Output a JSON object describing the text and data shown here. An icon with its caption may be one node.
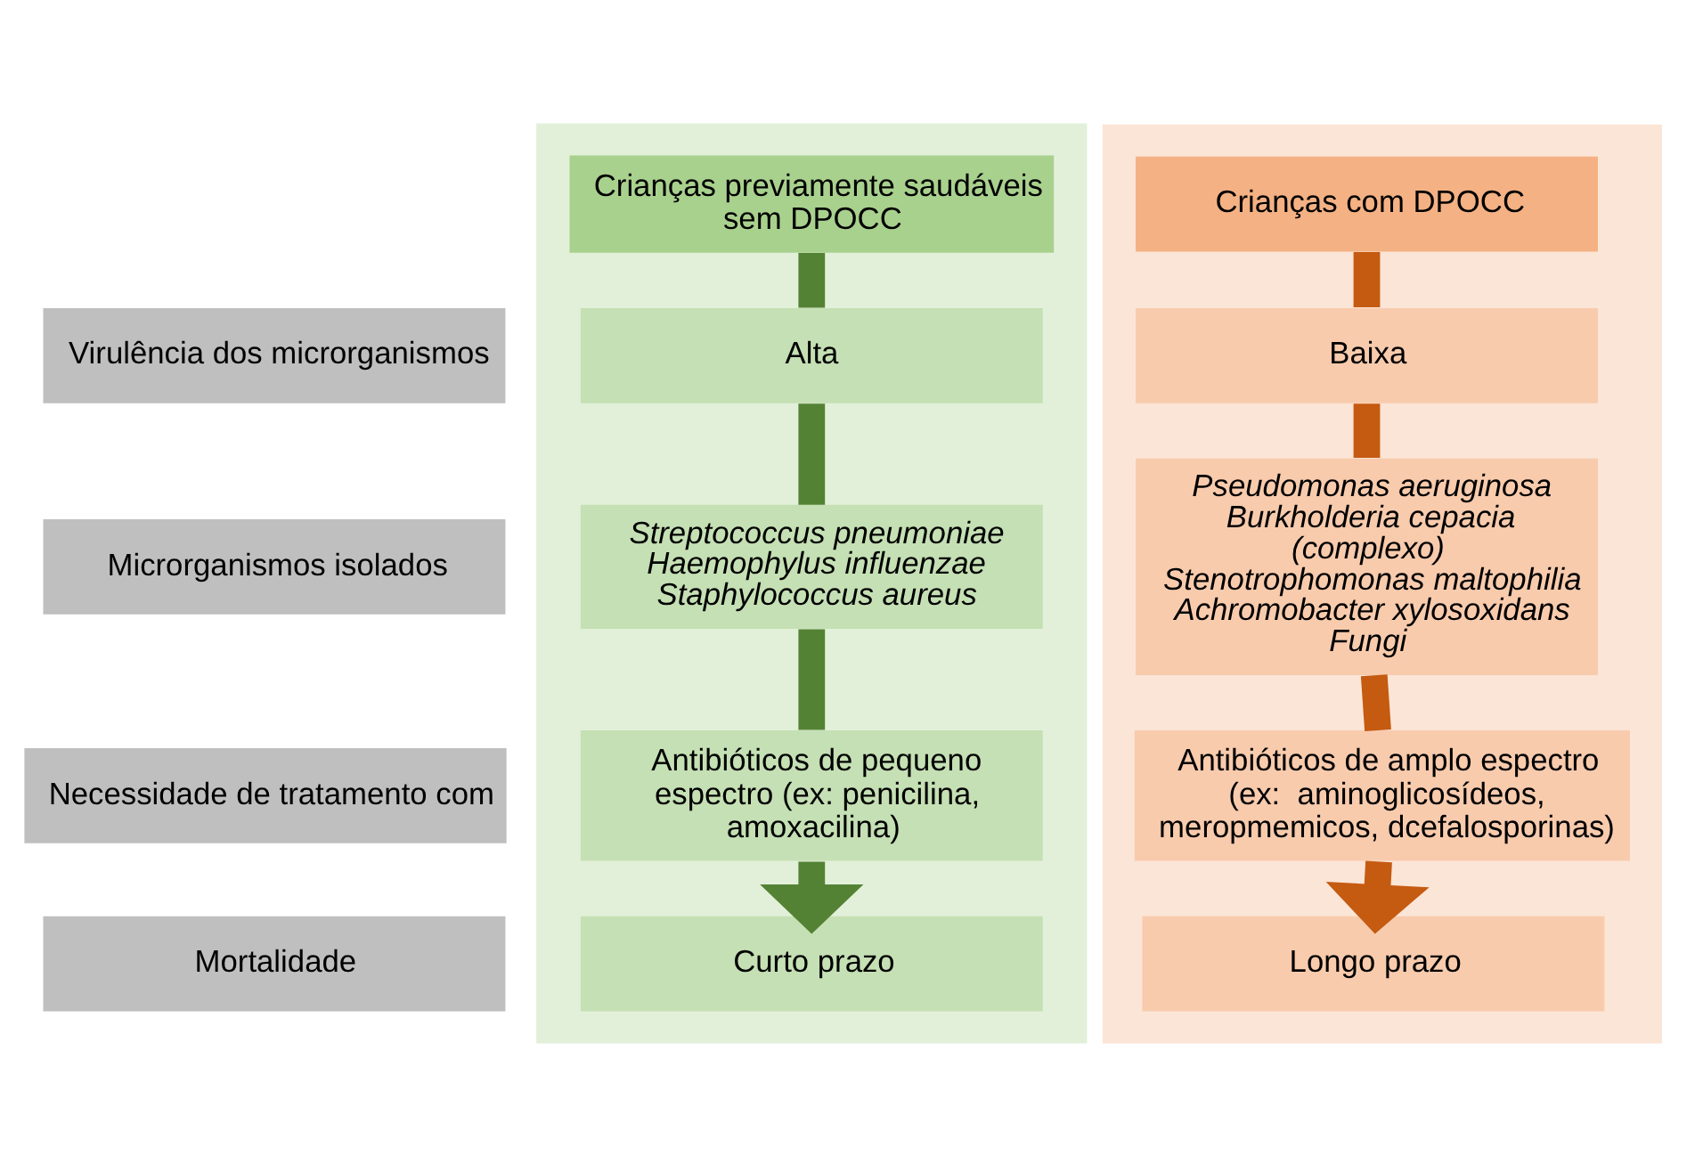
{
  "diagram": {
    "nodes": [
      {
        "text": [],
        "shape": "box"
      },
      {
        "text": [
          "Crianças previamente saudáveis sem DPOCC"
        ],
        "in": 0
      },
      {
        "text": [],
        "shape": "box"
      },
      {
        "text": [
          "Crianças com DPOCC"
        ],
        "in": 2
      },
      {
        "text": [
          "Virulência dos microrganismos"
        ]
      },
      {
        "text": [
          "Alta"
        ],
        "in": 0
      },
      {
        "text": [
          "Baixa"
        ],
        "in": 2
      },
      {
        "text": [
          "Microrganismos isolados"
        ]
      },
      {
        "text": [
          "Streptococcus pneumoniae",
          "Haemophylus influenzae",
          "Staphylococcus aureus"
        ],
        "in": 0
      },
      {
        "text": [
          "Pseudomonas aeruginosa",
          "Burkholderia cepacia (complexo)",
          "Stenotrophomonas maltophilia",
          "Achromobacter xylosoxidans",
          "Fungi"
        ],
        "in": 2
      },
      {
        "text": [
          "Necessidade de tratamento com"
        ]
      },
      {
        "text": [
          "Antibióticos de pequeno espectro (ex: penicilina, amoxacilina)"
        ],
        "in": 0
      },
      {
        "text": [
          "Antibióticos de amplo espectro (ex:  aminoglicosídeos, meropmemicos, dcefalosporinas)"
        ],
        "in": 2
      },
      {
        "text": [
          "Mortalidade"
        ]
      },
      {
        "text": [
          "Curto prazo"
        ],
        "in": 0
      },
      {
        "text": [
          "Longo prazo"
        ],
        "in": 2
      }
    ],
    "edges": [
      {
        "from": 1,
        "to": 5,
        "arrow": "none",
        "color": "#548235"
      },
      {
        "from": 5,
        "to": 8,
        "arrow": "none",
        "color": "#548235"
      },
      {
        "from": 8,
        "to": 11,
        "arrow": "none",
        "color": "#548235"
      },
      {
        "from": 11,
        "to": 14,
        "arrow": "to",
        "color": "#548235"
      },
      {
        "from": 3,
        "to": 6,
        "arrow": "none",
        "color": "#c55a11"
      },
      {
        "from": 6,
        "to": 9,
        "arrow": "none",
        "color": "#c55a11"
      },
      {
        "from": 9,
        "to": 12,
        "arrow": "none",
        "color": "#c55a11"
      },
      {
        "from": 12,
        "to": 15,
        "arrow": "to",
        "color": "#c55a11"
      }
    ]
  }
}
